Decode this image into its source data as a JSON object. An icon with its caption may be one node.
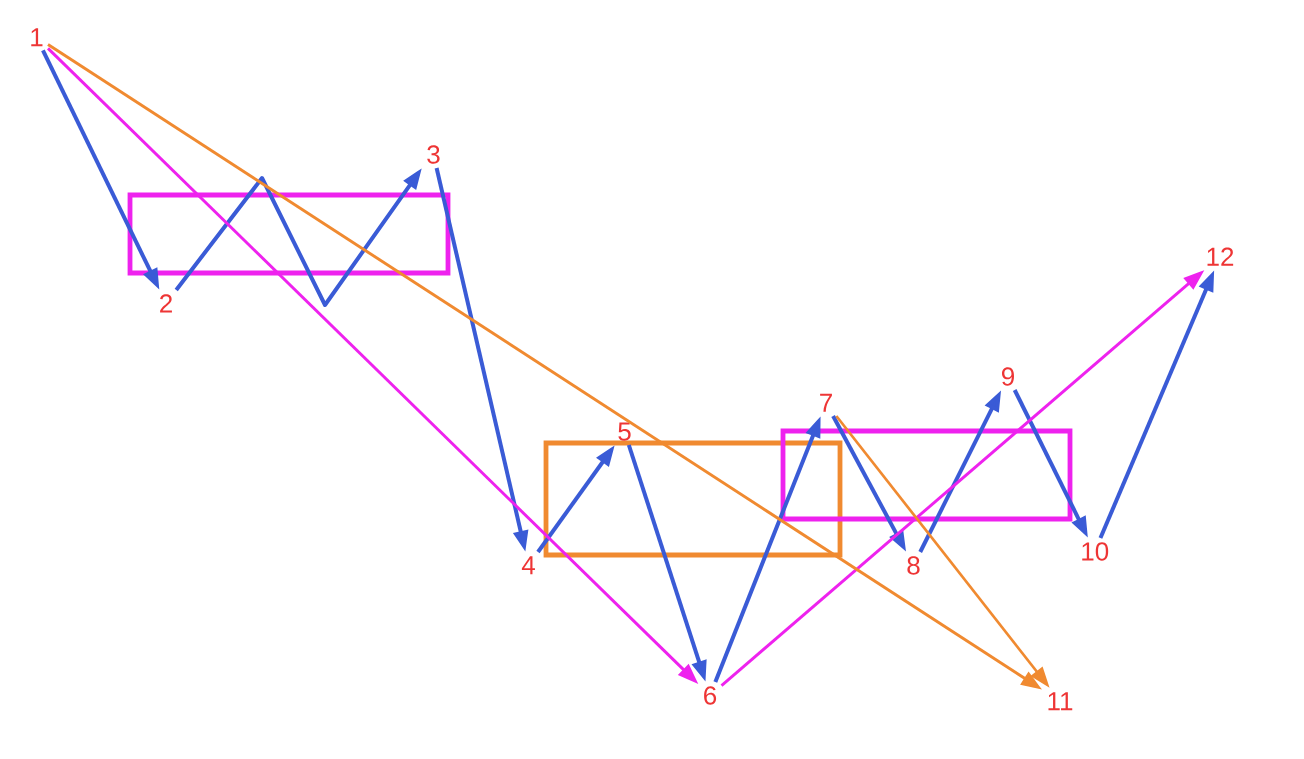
{
  "diagram": {
    "nodes": [
      {
        "text": [
          "1"
        ]
      },
      {
        "text": [
          "2"
        ]
      },
      {
        "text": [
          "3"
        ]
      },
      {
        "text": [
          "4"
        ]
      },
      {
        "text": [
          "5"
        ]
      },
      {
        "text": [
          "6"
        ]
      },
      {
        "text": [
          "7"
        ]
      },
      {
        "text": [
          "8"
        ]
      },
      {
        "text": [
          "9"
        ]
      },
      {
        "text": [
          "10"
        ]
      },
      {
        "text": [
          "11"
        ]
      },
      {
        "text": [
          "12"
        ]
      }
    ],
    "edges": [
      {
        "from": 0,
        "to": 1,
        "arrow": "to"
      },
      {
        "from": 1,
        "to": 2,
        "arrow": "to"
      },
      {
        "from": 2,
        "to": 3,
        "arrow": "to"
      },
      {
        "from": 3,
        "to": 4,
        "arrow": "to"
      },
      {
        "from": 4,
        "to": 5,
        "arrow": "to"
      },
      {
        "from": 5,
        "to": 6,
        "arrow": "to"
      },
      {
        "from": 6,
        "to": 7,
        "arrow": "to"
      },
      {
        "from": 7,
        "to": 8,
        "arrow": "to"
      },
      {
        "from": 8,
        "to": 9,
        "arrow": "to"
      },
      {
        "from": 9,
        "to": 11,
        "arrow": "to"
      },
      {
        "from": 0,
        "to": 5,
        "arrow": "to",
        "color": "#ee22ee"
      },
      {
        "from": 5,
        "to": 11,
        "arrow": "to",
        "color": "#ee22ee"
      },
      {
        "from": 0,
        "to": 10,
        "arrow": "to",
        "color": "#f08a30"
      },
      {
        "from": 6,
        "to": 10,
        "arrow": "to",
        "color": "#f08a30"
      }
    ]
  }
}
